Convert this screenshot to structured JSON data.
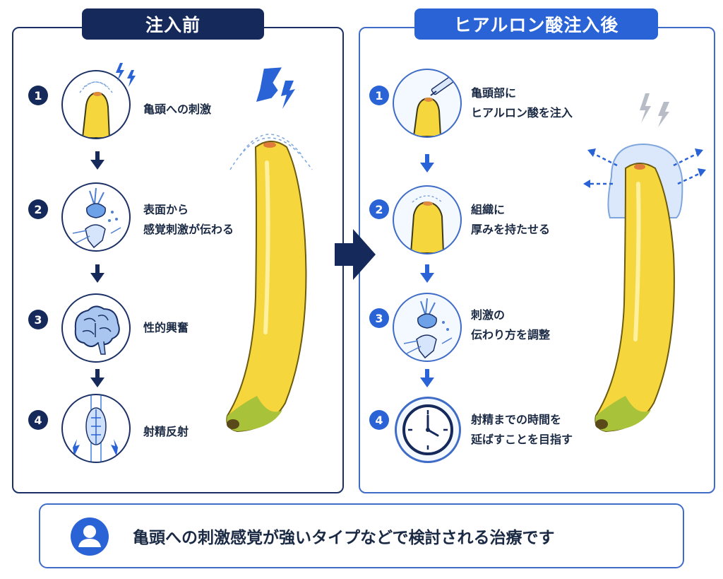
{
  "before": {
    "title": "注入前",
    "steps": [
      {
        "num": "1",
        "text": "亀頭への刺激"
      },
      {
        "num": "2",
        "text": "表面から\n感覚刺激が伝わる"
      },
      {
        "num": "3",
        "text": "性的興奮"
      },
      {
        "num": "4",
        "text": "射精反射"
      }
    ]
  },
  "after": {
    "title": "ヒアルロン酸注入後",
    "steps": [
      {
        "num": "1",
        "text": "亀頭部に\nヒアルロン酸を注入"
      },
      {
        "num": "2",
        "text": "組織に\n厚みを持たせる"
      },
      {
        "num": "3",
        "text": "刺激の\n伝わり方を調整"
      },
      {
        "num": "4",
        "text": "射精までの時間を\n延ばすことを目指す"
      }
    ]
  },
  "footer": {
    "text": "亀頭への刺激感覚が強いタイプなどで検討される治療です"
  },
  "colors": {
    "navy": "#15295b",
    "blue": "#2a63d6",
    "banana": "#f5d63c",
    "banana_tip": "#a8c23a"
  },
  "icons": [
    "lightning-icon",
    "nerve-synapse-icon",
    "brain-icon",
    "spinal-reflex-icon",
    "syringe-icon",
    "clock-icon",
    "user-icon",
    "arrow-right-icon",
    "arrow-down-icon"
  ]
}
